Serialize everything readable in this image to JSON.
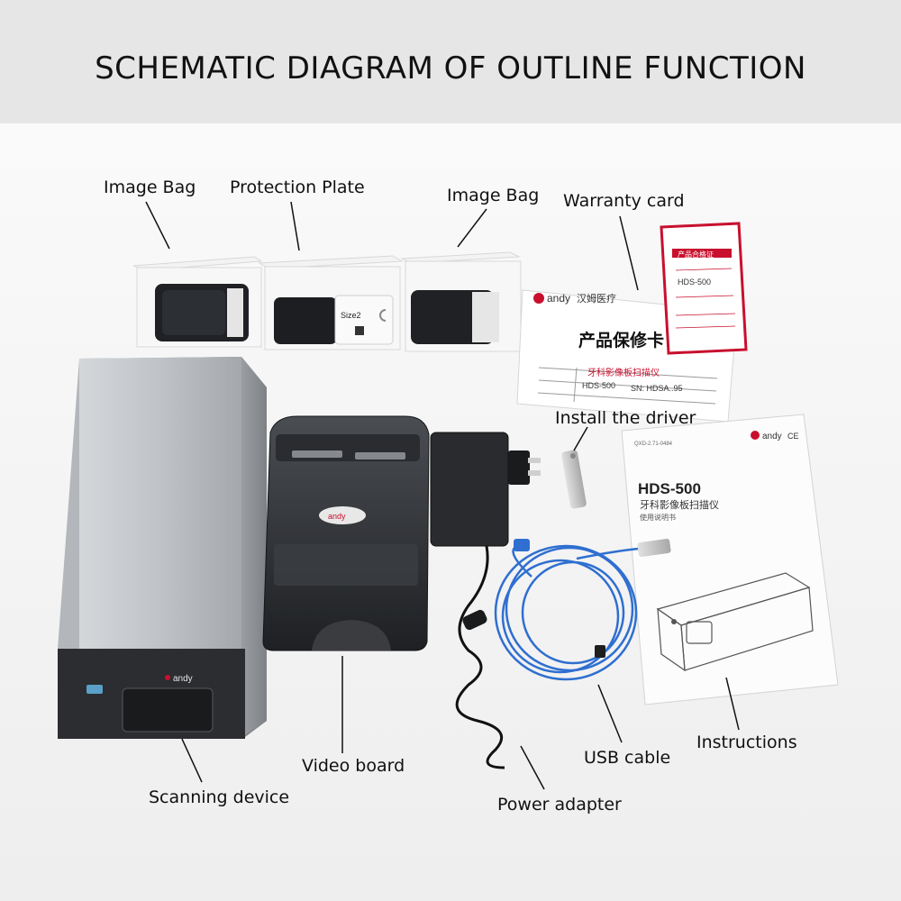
{
  "header": {
    "title": "SCHEMATIC DIAGRAM OF OUTLINE FUNCTION"
  },
  "labels": {
    "image_bag_1": "Image Bag",
    "protection_plate": "Protection Plate",
    "image_bag_2": "Image Bag",
    "warranty_card": "Warranty card",
    "install_driver": "Install the driver",
    "scanning_device": "Scanning device",
    "video_board": "Video board",
    "power_adapter": "Power adapter",
    "usb_cable": "USB cable",
    "instructions": "Instructions"
  },
  "product_text": {
    "brand": "andy",
    "brand_cn": "汉姆医疗",
    "warranty_title": "产品保修卡",
    "warranty_cn_product": "牙科影像板扫描仪",
    "warranty_model_hw": "HDS-500",
    "warranty_serial_hw": "SN: HDSA..95",
    "red_card_title": "产品合格证",
    "red_card_model": "HDS-500",
    "plate_size": "Size2",
    "manual_model": "HDS-500",
    "manual_cn_title": "牙科影像板扫描仪",
    "manual_cn_sub": "使用说明书",
    "manual_ce": "CE",
    "manual_code": "QXD-2.71-0484"
  },
  "colors": {
    "banner": "#e6e6e6",
    "device_silver": "#b8bcc0",
    "device_dark": "#2b2d30",
    "usb_blue": "#2f6fd0",
    "red_card": "#c8102e"
  }
}
